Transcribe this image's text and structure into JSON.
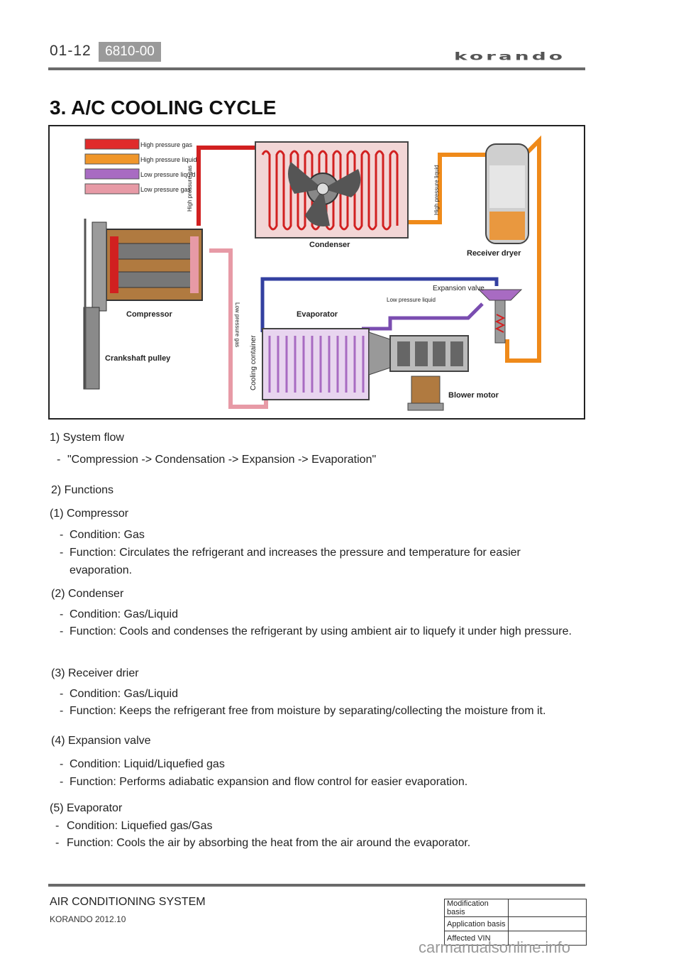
{
  "header": {
    "page_number": "01-12",
    "section_code": "6810-00",
    "brand": "korando"
  },
  "title": "3. A/C COOLING CYCLE",
  "diagram": {
    "legend": [
      {
        "label": "High pressure gas",
        "color": "#e02b2b"
      },
      {
        "label": "High pressure liquid",
        "color": "#f0962a"
      },
      {
        "label": "Low pressure liquid",
        "color": "#a86bc2"
      },
      {
        "label": "Low pressure gas",
        "color": "#e79aa6"
      }
    ],
    "labels": {
      "condenser": "Condenser",
      "receiver_dryer": "Receiver dryer",
      "expansion_valve": "Expansion valve",
      "low_pressure_liquid": "Low pressure liquid",
      "compressor": "Compressor",
      "evaporator": "Evaporator",
      "crankshaft_pulley": "Crankshaft pulley",
      "blower_motor": "Blower motor",
      "high_pressure_gas": "High pressure gas",
      "high_pressure_liquid": "High pressure liquid",
      "low_pressure_gas": "Low pressure gas",
      "cooling_container": "Cooling container"
    }
  },
  "sections": {
    "system_flow": {
      "heading": "1) System flow",
      "line": "\"Compression -> Condensation -> Expansion -> Evaporation\""
    },
    "functions_heading": "2) Functions",
    "compressor": {
      "heading": "(1) Compressor",
      "condition": "Condition: Gas",
      "function": "Function: Circulates the refrigerant and increases the pressure and temperature for easier",
      "function_cont": "evaporation."
    },
    "condenser": {
      "heading": "(2) Condenser",
      "condition": "Condition: Gas/Liquid",
      "function": "Function: Cools and condenses the refrigerant by using ambient air to liquefy it under high pressure."
    },
    "receiver_drier": {
      "heading": "(3) Receiver drier",
      "condition": "Condition: Gas/Liquid",
      "function": "Function: Keeps the refrigerant free from moisture by separating/collecting the moisture from it."
    },
    "expansion_valve": {
      "heading": "(4) Expansion valve",
      "condition": "Condition: Liquid/Liquefied gas",
      "function": "Function: Performs adiabatic expansion and flow control for easier evaporation."
    },
    "evaporator": {
      "heading": "(5) Evaporator",
      "condition": "Condition: Liquefied gas/Gas",
      "function": "Function: Cools the air by absorbing the heat from the air around the evaporator."
    },
    "dash": "-"
  },
  "footer": {
    "system": "AIR CONDITIONING SYSTEM",
    "model": "KORANDO 2012.10",
    "table": [
      {
        "label": "Modification basis",
        "value": ""
      },
      {
        "label": "Application basis",
        "value": ""
      },
      {
        "label": "Affected VIN",
        "value": ""
      }
    ],
    "watermark": "carmanualsonline.info"
  }
}
